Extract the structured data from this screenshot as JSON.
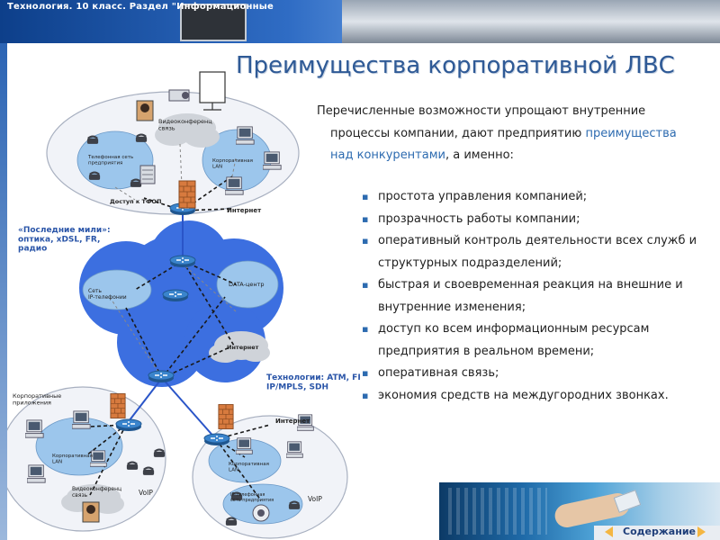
{
  "header": {
    "breadcrumb": "Технология. 10 класс. Раздел \"Информационные"
  },
  "slide": {
    "title": "Преимущества корпоративной ЛВС",
    "intro": {
      "line1": "Перечисленные возможности упрощают внутренние",
      "line2": "процессы компании, дают предприятию",
      "highlight1": "преимущества",
      "highlight2": "над конкурентами",
      "line3_tail": ", а именно:"
    },
    "bullets": [
      "простота управления компанией;",
      "прозрачность работы компании;",
      "оперативный контроль деятельности всех служб и структурных подразделений;",
      "быстрая и своевременная реакция на внешние и внутренние изменения;",
      "доступ ко всем информационным ресурсам предприятия в реальном времени;",
      "оперативная связь;",
      "экономия средств на междугородних звонках."
    ]
  },
  "diagram": {
    "labels": {
      "videoconf_top": "Видеоконференц связь",
      "phone_net_top": "Телефонная сеть предприятия",
      "corp_lan_top": "Корпоративная LAN",
      "pstn_access": "Доступ к ТФОП",
      "internet_top": "Интернет",
      "last_mile": "«Последние мили»: оптика, xDSL, FR, радио",
      "ip_phone_net": "Сеть IP-телефонии",
      "data_center": "DATA-центр",
      "internet_mid": "Интернет",
      "technologies": "Технологии: ATM, FR, IP/MPLS, SDH",
      "corp_apps": "Корпоративные приложения",
      "corp_lan_bl": "Корпоративная LAN",
      "videoconf_bl": "Видеоконференц связь",
      "voip_bl": "VoIP",
      "internet_br": "Интернет",
      "corp_lan_br": "Корпоративная LAN",
      "ip_phone_net_br": "IP-телефонная сеть предприятия",
      "voip_br": "VoIP"
    }
  },
  "nav": {
    "toc_label": "Содержание"
  },
  "colors": {
    "title": "#2f5a96",
    "highlight": "#2d6bb0",
    "cloud_blue": "#3c6fe0",
    "bubble_blue": "#9cc6ec",
    "oval_bg": "#f1f3f8",
    "router": "#2e6db4",
    "tech_label": "#2a55a8",
    "nav_arrow": "#f4b642"
  },
  "icons": {
    "router": "router-icon",
    "firewall": "firewall-icon",
    "computer": "computer-icon",
    "phone": "phone-icon",
    "projector": "projector-icon"
  }
}
